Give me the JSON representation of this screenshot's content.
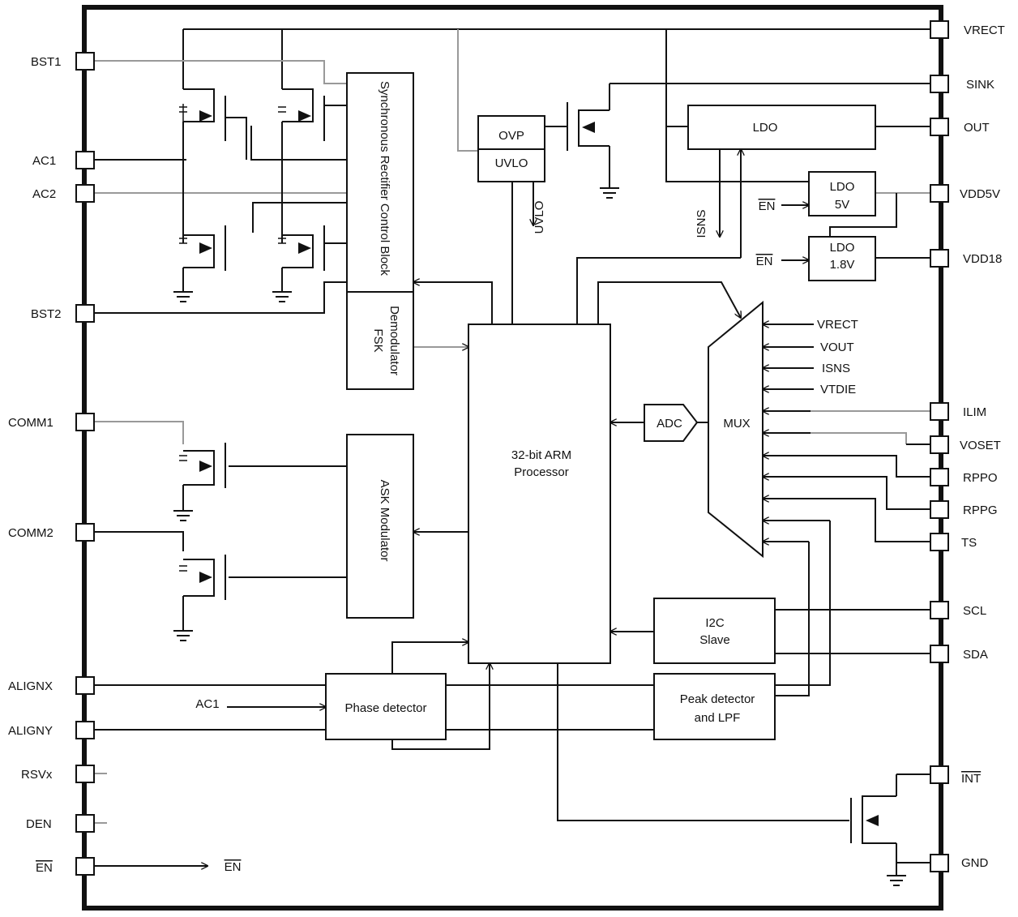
{
  "left_pins": [
    "BST1",
    "AC1",
    "AC2",
    "BST2",
    "COMM1",
    "COMM2",
    "ALIGNX",
    "ALIGNY",
    "RSVx",
    "DEN",
    "EN"
  ],
  "right_pins": [
    "VRECT",
    "SINK",
    "OUT",
    "VDD5V",
    "VDD18",
    "ILIM",
    "VOSET",
    "RPPO",
    "RPPG",
    "TS",
    "SCL",
    "SDA",
    "INT",
    "GND"
  ],
  "blocks": {
    "sync_rect": "Synchronous Rectifier Control Block",
    "fsk": [
      "FSK",
      "Demodulator"
    ],
    "ask": "ASK Modulator",
    "cpu": [
      "32-bit ARM",
      "Processor"
    ],
    "ovp": "OVP",
    "uvlo": "UVLO",
    "ldo_out": "LDO",
    "ldo5": [
      "LDO",
      "5V"
    ],
    "ldo18": [
      "LDO",
      "1.8V"
    ],
    "adc": "ADC",
    "mux": "MUX",
    "i2c": [
      "I2C",
      "Slave"
    ],
    "phase": "Phase detector",
    "peak": [
      "Peak detector",
      "and LPF"
    ]
  },
  "signals": {
    "uvlo_out": "UVLO",
    "isns": "ISNS",
    "en_ldo5": "EN",
    "en_ldo18": "EN",
    "en_out": "EN",
    "ac1_in": "AC1"
  },
  "mux_inputs": [
    "VRECT",
    "VOUT",
    "ISNS",
    "VTDIE"
  ]
}
